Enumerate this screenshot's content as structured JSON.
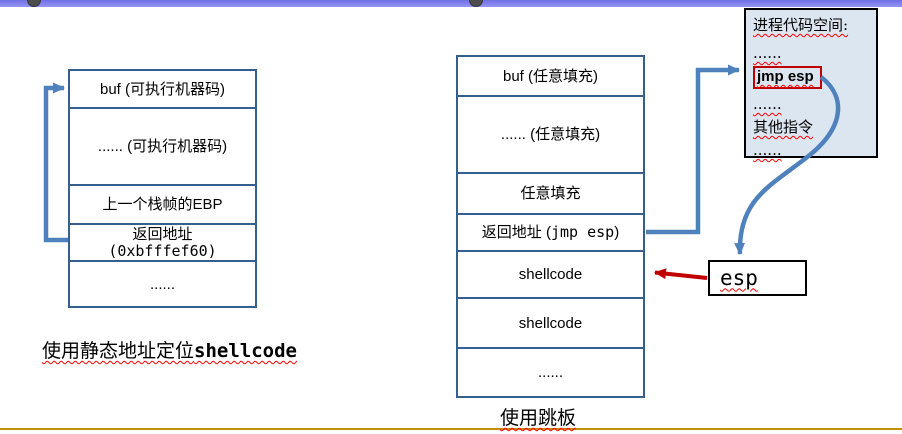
{
  "colors": {
    "stack_border": "#365f91",
    "arrow_blue": "#4f81bd",
    "arrow_red": "#c00000",
    "code_box_fill": "#dce6f1",
    "code_box_border": "#000000",
    "squiggle": "#ff0000",
    "top_bar": "#7b7bec",
    "bottom_rule": "#bf9000",
    "jmp_box_border": "#c00000"
  },
  "left_stack": {
    "rows": [
      {
        "parts": [
          {
            "t": "buf (可执行机器码)",
            "f": "sans"
          }
        ]
      },
      {
        "parts": [
          {
            "t": "...... (可执行机器码)",
            "f": "sans"
          }
        ]
      },
      {
        "parts": [
          {
            "t": "上一个栈帧的EBP",
            "f": "sans"
          }
        ]
      },
      {
        "parts": [
          {
            "t": "返回地址",
            "f": "sans"
          },
          {
            "br": true
          },
          {
            "t": "(0xbfffef60)",
            "f": "mono"
          }
        ]
      },
      {
        "parts": [
          {
            "t": "......",
            "f": "sans"
          }
        ]
      }
    ]
  },
  "left_caption": {
    "parts": [
      {
        "t": "使用静态地址定位",
        "f": "serif"
      },
      {
        "t": "shellcode",
        "f": "mono",
        "b": true
      }
    ]
  },
  "middle_stack": {
    "rows": [
      {
        "parts": [
          {
            "t": "buf (任意填充)",
            "f": "sans"
          }
        ]
      },
      {
        "parts": [
          {
            "t": "...... (任意填充)",
            "f": "sans"
          }
        ]
      },
      {
        "parts": [
          {
            "t": "任意填充",
            "f": "sans"
          }
        ]
      },
      {
        "parts": [
          {
            "t": "返回地址 (",
            "f": "sans"
          },
          {
            "t": "jmp esp",
            "f": "mono"
          },
          {
            "t": ")",
            "f": "sans"
          }
        ]
      },
      {
        "parts": [
          {
            "t": "shellcode",
            "f": "sans"
          }
        ]
      },
      {
        "parts": [
          {
            "t": "shellcode",
            "f": "sans"
          }
        ]
      },
      {
        "parts": [
          {
            "t": "......",
            "f": "sans"
          }
        ]
      }
    ]
  },
  "middle_caption": {
    "parts": [
      {
        "t": "使用跳板",
        "f": "serif"
      }
    ]
  },
  "code_space": {
    "lines": [
      {
        "parts": [
          {
            "t": "进程代码空间:",
            "f": "serif"
          }
        ]
      },
      {
        "parts": [
          {
            "t": "......",
            "f": "serif"
          }
        ]
      },
      {
        "parts": [
          {
            "t": "jmp esp",
            "f": "sans",
            "b": true
          }
        ],
        "boxed": true
      },
      {
        "parts": [
          {
            "t": "......",
            "f": "serif"
          }
        ]
      },
      {
        "parts": [
          {
            "t": "其他指令",
            "f": "serif"
          }
        ]
      },
      {
        "parts": [
          {
            "t": "......",
            "f": "serif"
          }
        ]
      }
    ]
  },
  "esp_box": {
    "parts": [
      {
        "t": "esp",
        "f": "mono"
      }
    ]
  }
}
